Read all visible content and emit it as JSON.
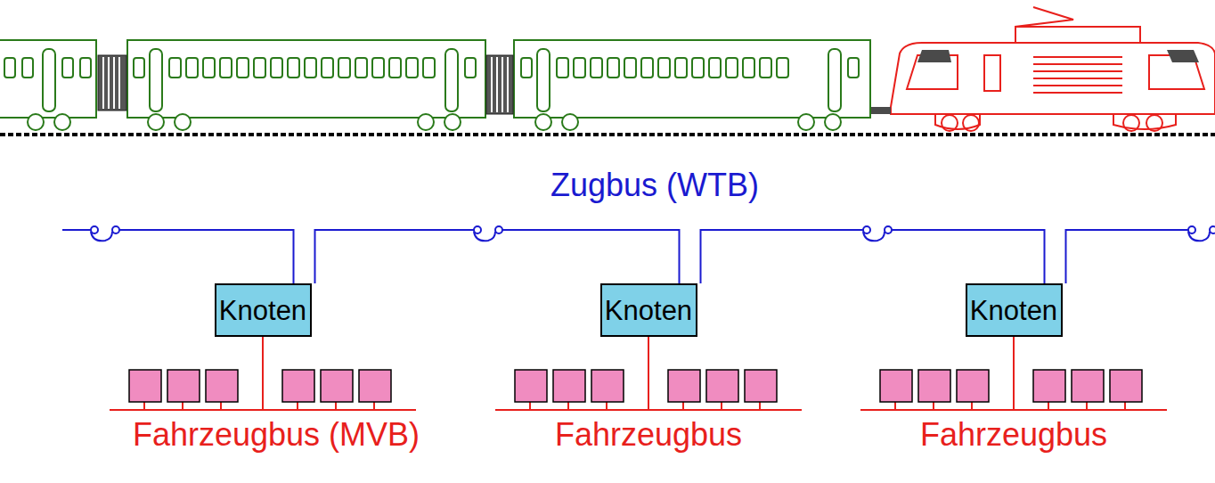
{
  "diagram": {
    "nodes": [
      {
        "text": [
          "Knoten"
        ]
      },
      {
        "text": [
          "Knoten"
        ]
      },
      {
        "text": [
          "Knoten"
        ]
      }
    ],
    "edges": [
      {
        "from": 0,
        "to": 1,
        "arrow": "none"
      },
      {
        "from": 1,
        "to": 2,
        "arrow": "none"
      }
    ],
    "labels": [
      "Zugbus (WTB)",
      "Fahrzeugbus (MVB)",
      "Fahrzeugbus",
      "Fahrzeugbus"
    ]
  }
}
